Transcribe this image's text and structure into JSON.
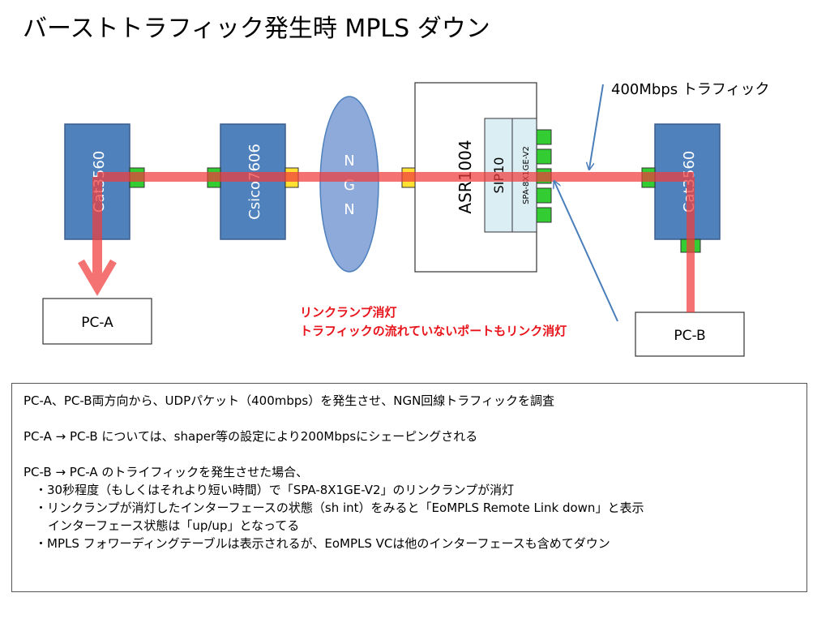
{
  "title": "バーストトラフィック発生時 MPLS ダウン",
  "devices": {
    "left_switch": "Cat3560",
    "router": "Csico7606",
    "cloud": [
      "N",
      "G",
      "N"
    ],
    "asr": "ASR1004",
    "sip": "SIP10",
    "spa": "SPA-8X1GE-V2",
    "right_switch": "Cat3560",
    "pc_a": "PC-A",
    "pc_b": "PC-B"
  },
  "traffic_label": "400Mbps トラフィック",
  "red_callout": {
    "line1": "リンクランプ消灯",
    "line2": "トラフィックの流れていないポートもリンク消灯"
  },
  "notes": {
    "line1": "PC-A、PC-B両方向から、UDPパケット（400mbps）を発生させ、NGN回線トラフィックを調査",
    "line2": "PC-A → PC-B については、shaper等の設定により200Mbpsにシェーピングされる",
    "line3": "PC-B → PC-A のトライフィックを発生させた場合、",
    "bullet1": "・30秒程度（もしくはそれより短い時間）で「SPA-8X1GE-V2」のリンクランプが消灯",
    "bullet2": "・リンクランプが消灯したインターフェースの状態（sh int）をみると「EoMPLS Remote Link down」と表示",
    "bullet2_cont": "インターフェース状態は「up/up」となってる",
    "bullet3": "・MPLS フォワーディングテーブルは表示されるが、EoMPLS VCは他のインターフェースも含めてダウン"
  },
  "colors": {
    "device_blue": "#4f81bd",
    "port_green": "#33cc33",
    "port_yellow": "#ffe033",
    "traffic_red": "#f05050",
    "spa_fill": "#dbeef4",
    "arrow_blue": "#4a7ebb",
    "callout_red": "#e8141b"
  }
}
